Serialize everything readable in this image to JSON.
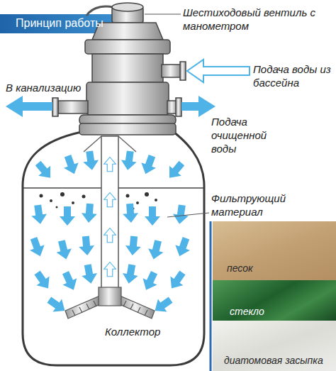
{
  "diagram": {
    "title": "Принцип работы",
    "nodes": [
      {
        "text": [
          "песок"
        ]
      },
      {
        "text": [
          "стекло"
        ]
      },
      {
        "text": [
          "диатомовая засыпка"
        ]
      }
    ],
    "labels": [
      "Шестиходовый вентиль с манометром",
      "В канализацию",
      "Подача воды из бассейна",
      "Подача очищенной воды",
      "Фильтрующий материал",
      "Коллектор"
    ]
  }
}
